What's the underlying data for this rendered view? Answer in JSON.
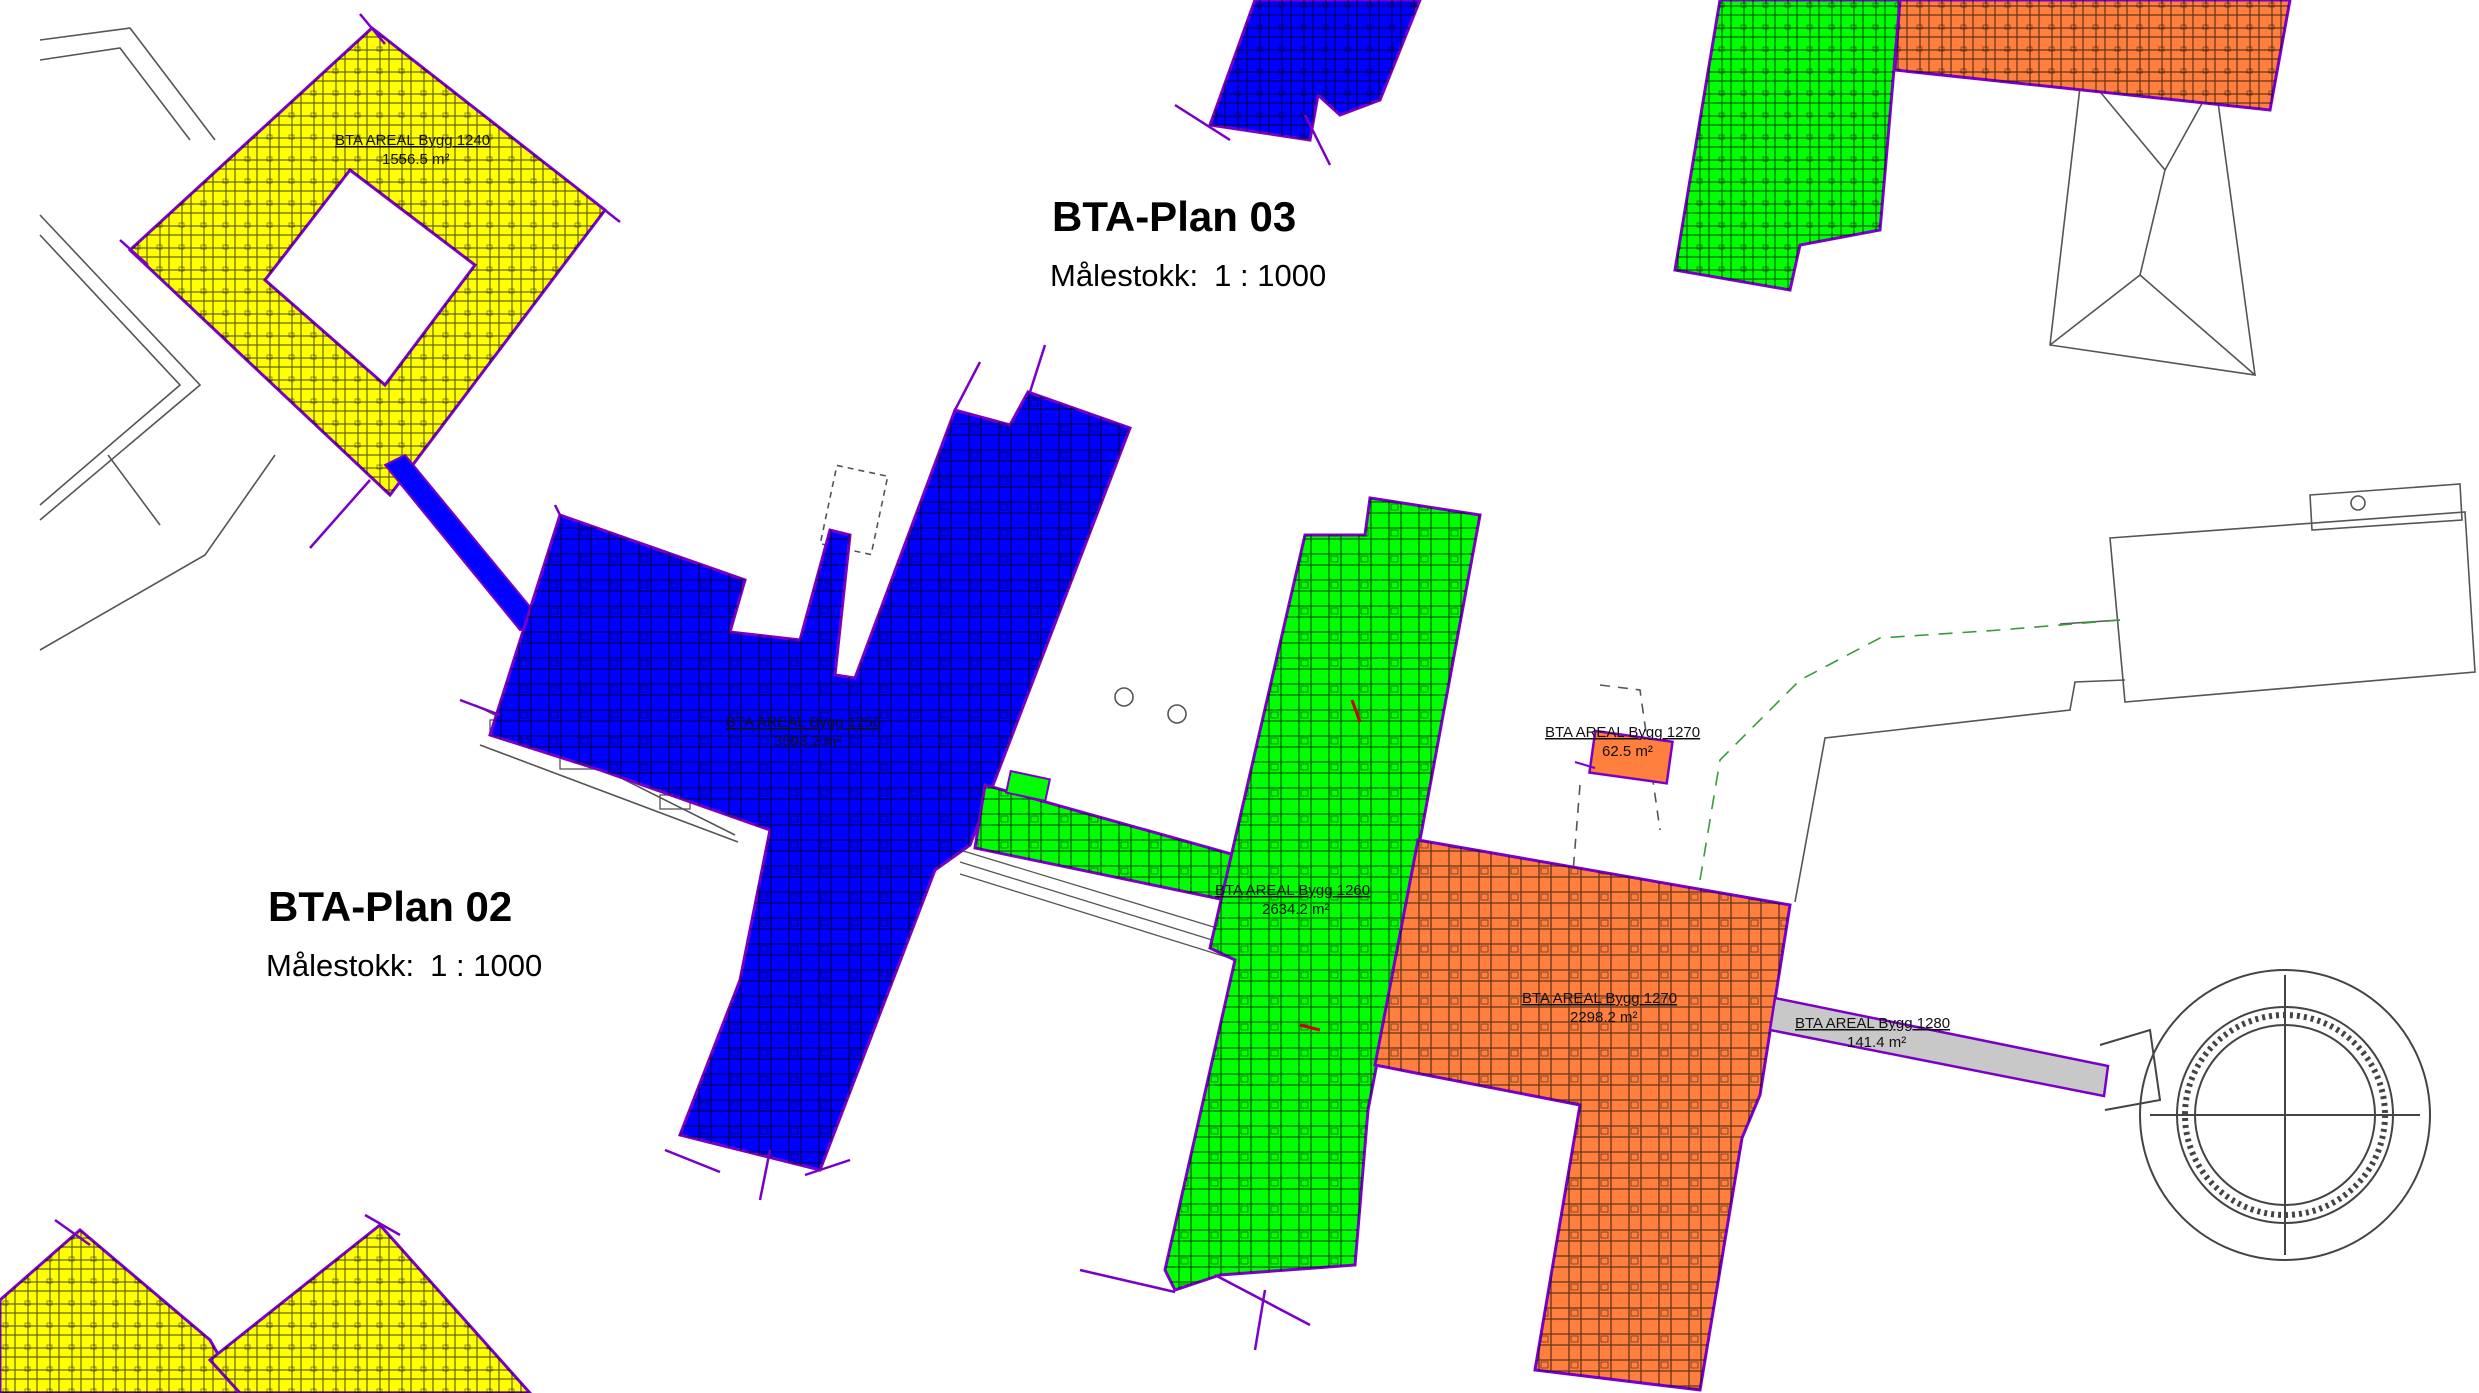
{
  "colors": {
    "bygg_1240": "#ffff00",
    "bygg_1250": "#0000ff",
    "bygg_1260": "#00ff00",
    "bygg_1270": "#ff7f3f",
    "bygg_1280": "#c8c8c8",
    "outline": "#7a00c8",
    "linework": "#000000",
    "background": "#ffffff"
  },
  "plans": [
    {
      "title": "BTA-Plan 03",
      "scale_label": "Målestokk:",
      "scale_value": "1 : 1000"
    },
    {
      "title": "BTA-Plan 02",
      "scale_label": "Målestokk:",
      "scale_value": "1 : 1000"
    }
  ],
  "areas": [
    {
      "name": "BTA AREAL Bygg 1240",
      "area": "1556.5 m²"
    },
    {
      "name": "BTA AREAL Bygg 1250",
      "area": "3593.2 m²"
    },
    {
      "name": "BTA AREAL Bygg 1260",
      "area": "2634.2 m²"
    },
    {
      "name": "BTA AREAL Bygg 1270",
      "area": "2298.2 m²"
    },
    {
      "name": "BTA AREAL Bygg 1270",
      "area": "62.5 m²"
    },
    {
      "name": "BTA AREAL Bygg 1280",
      "area": "141.4 m²"
    }
  ]
}
